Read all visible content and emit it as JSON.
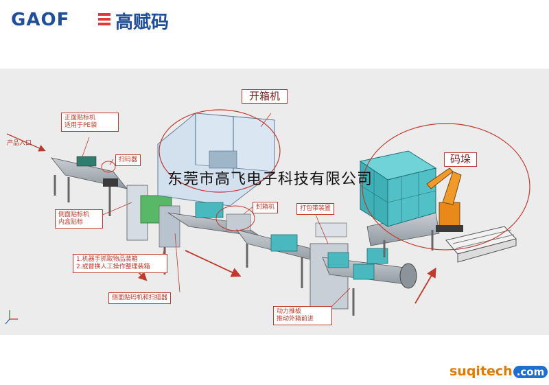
{
  "brand": {
    "name_en": "GAOF",
    "name_cn": "高赋码",
    "brand_color": "#1f4f9a"
  },
  "labels": {
    "product_entry": "产品入口",
    "front_labeler": "正面贴标机\n适用于PE袋",
    "code_scanner": "扫码器",
    "side_labeler": "侧面贴标机\n内盒贴标",
    "robot_boxing": "1.机器手抓取物品装箱\n2.或替换人工操作整理装箱",
    "side_coding_scanner": "侧面贴码机和扫描器",
    "carton_erector": "开箱机",
    "carton_sealer": "封箱机",
    "strapping_machine": "打包带装置",
    "palletizing": "码垛",
    "power_pusher": "动力推板\n推动外箱前进"
  },
  "watermark": "东莞市高飞电子科技有限公司",
  "footer": {
    "site": "suqitech",
    "tld": ".com"
  },
  "colors": {
    "annotation": "#c0392b",
    "cargo": "#4fc3c8",
    "frame": "#7d9cc2",
    "robot": "#e8891a",
    "conveyor": "#9aa3ad"
  }
}
